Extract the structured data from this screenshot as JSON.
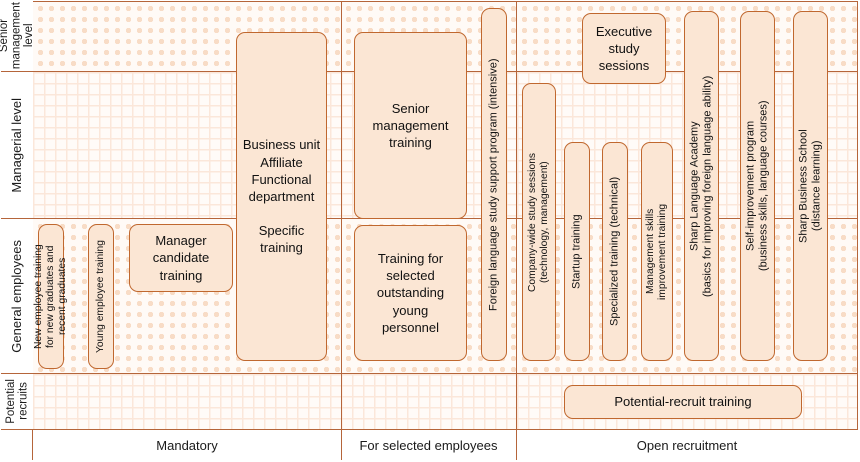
{
  "colors": {
    "border": "#b5653a",
    "box_border": "#c0682f",
    "box_fill": "#fbe6d4",
    "dot_pattern": "#f8dcc6",
    "grid_pattern": "#fbe7da",
    "text": "#111111"
  },
  "rows": [
    {
      "label": "Senior\nmanagement\nlevel",
      "pattern": "dots"
    },
    {
      "label": "Managerial level",
      "pattern": "grid"
    },
    {
      "label": "General employees",
      "pattern": "dots"
    },
    {
      "label": "Potential\nrecruits",
      "pattern": "grid"
    }
  ],
  "footer": [
    {
      "label": "Mandatory"
    },
    {
      "label": "For selected employees"
    },
    {
      "label": "Open recruitment"
    }
  ],
  "boxes": [
    {
      "id": "new-employee-training",
      "label": "New employee training\nfor new graduates and\nrecent graduates",
      "orientation": "vertical"
    },
    {
      "id": "young-employee-training",
      "label": "Young employee training",
      "orientation": "vertical"
    },
    {
      "id": "manager-candidate-training",
      "label": "Manager\ncandidate\ntraining",
      "orientation": "horizontal"
    },
    {
      "id": "business-unit-specific-training",
      "label": "Business unit\nAffiliate\nFunctional\ndepartment\n\nSpecific\ntraining",
      "orientation": "horizontal"
    },
    {
      "id": "senior-management-training",
      "label": "Senior\nmanagement\ntraining",
      "orientation": "horizontal"
    },
    {
      "id": "training-outstanding-young-personnel",
      "label": "Training for\nselected\noutstanding\nyoung\npersonnel",
      "orientation": "horizontal"
    },
    {
      "id": "foreign-language-study-support",
      "label": "Foreign language study support program (intensive)",
      "orientation": "vertical"
    },
    {
      "id": "executive-study-sessions",
      "label": "Executive\nstudy\nsessions",
      "orientation": "horizontal"
    },
    {
      "id": "company-wide-study-sessions",
      "label": "Company-wide study sessions\n(technology, management)",
      "orientation": "vertical"
    },
    {
      "id": "startup-training",
      "label": "Startup training",
      "orientation": "vertical"
    },
    {
      "id": "specialized-training-technical",
      "label": "Specialized training (technical)",
      "orientation": "vertical"
    },
    {
      "id": "management-skills-improvement-training",
      "label": "Management skills\nimprovement training",
      "orientation": "vertical"
    },
    {
      "id": "sharp-language-academy",
      "label": "Sharp Language Academy\n(basics for improving foreign language ability)",
      "orientation": "vertical"
    },
    {
      "id": "self-improvement-program",
      "label": "Self-improvement program\n(business skills, language courses)",
      "orientation": "vertical"
    },
    {
      "id": "sharp-business-school",
      "label": "Sharp Business School\n(distance learning)",
      "orientation": "vertical"
    },
    {
      "id": "potential-recruit-training",
      "label": "Potential-recruit training",
      "orientation": "horizontal"
    }
  ]
}
